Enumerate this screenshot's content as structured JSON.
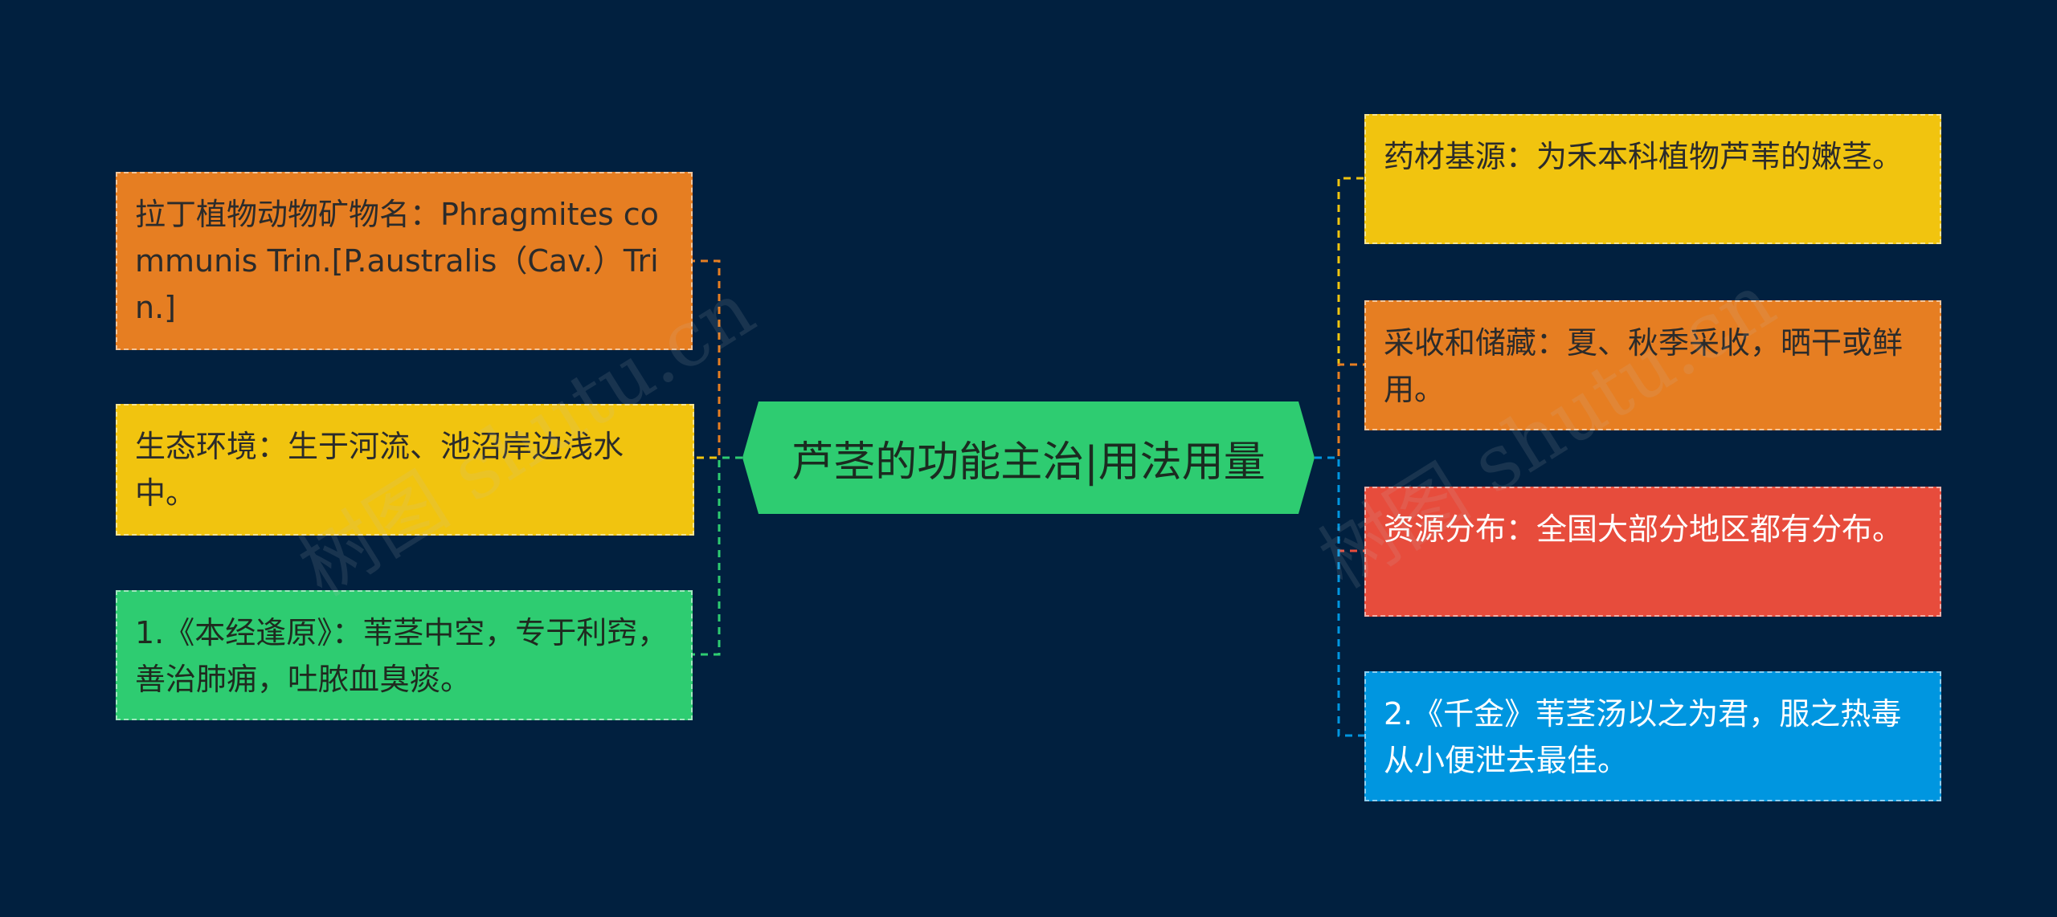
{
  "center": {
    "title": "芦茎的功能主治|用法用量",
    "color": "#2ecc71"
  },
  "left_nodes": [
    {
      "text": "拉丁植物动物矿物名：Phragmites communis Trin.[P.australis（Cav.）Trin.]",
      "color": "#e67e22"
    },
    {
      "text": "生态环境：生于河流、池沼岸边浅水中。",
      "color": "#f1c40f"
    },
    {
      "text": "1.《本经逢原》：苇茎中空，专于利窍，善治肺痈，吐脓血臭痰。",
      "color": "#2ecc71"
    }
  ],
  "right_nodes": [
    {
      "text": "药材基源：为禾本科植物芦苇的嫩茎。",
      "color": "#f1c40f"
    },
    {
      "text": "采收和储藏：夏、秋季采收，晒干或鲜用。",
      "color": "#e67e22"
    },
    {
      "text": "资源分布：全国大部分地区都有分布。",
      "color": "#e74c3c"
    },
    {
      "text": "2.《千金》苇茎汤以之为君，服之热毒从小便泄去最佳。",
      "color": "#0096e0"
    }
  ],
  "watermarks": [
    "树图 shutu.cn",
    "树图 shutu.cn"
  ],
  "colors": {
    "background": "#01203f"
  }
}
